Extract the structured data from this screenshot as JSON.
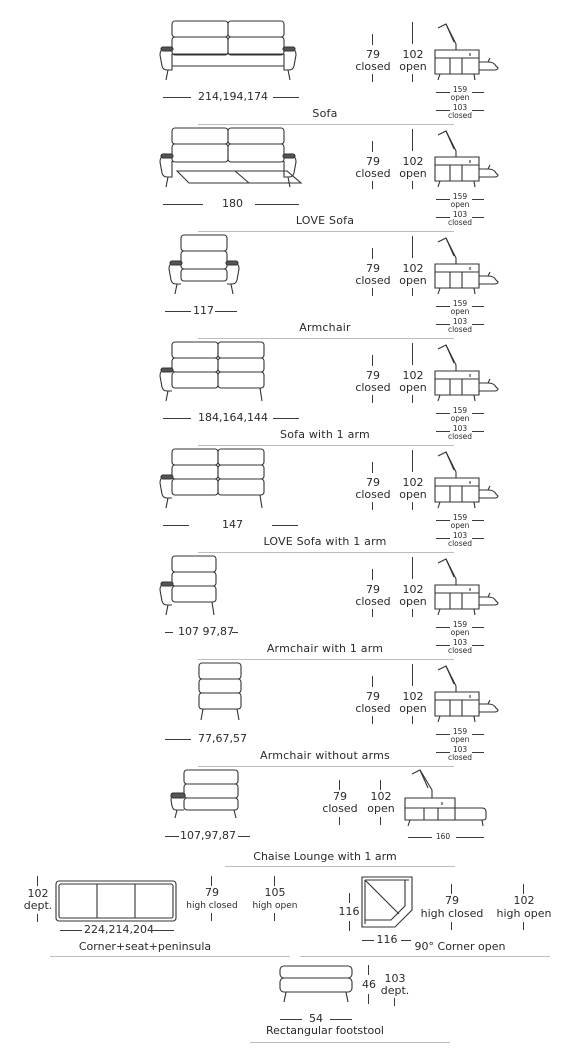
{
  "labels": {
    "closed": "closed",
    "open": "open",
    "high_closed": "high closed",
    "high_open": "high open",
    "dept": "dept."
  },
  "heights": {
    "closed": "79",
    "open": "102"
  },
  "side_depths": {
    "open": "159",
    "closed": "103"
  },
  "products": [
    {
      "name": "Sofa",
      "width": "214,194,174"
    },
    {
      "name": "LOVE Sofa",
      "width": "180"
    },
    {
      "name": "Armchair",
      "width": "117"
    },
    {
      "name": "Sofa with 1 arm",
      "width": "184,164,144"
    },
    {
      "name": "LOVE Sofa with 1 arm",
      "width": "147"
    },
    {
      "name": "Armchair with 1 arm",
      "width": "107 97,87"
    },
    {
      "name": "Armchair without arms",
      "width": "77,67,57"
    }
  ],
  "chaise": {
    "name": "Chaise Lounge with 1 arm",
    "width": "107,97,87",
    "length": "160"
  },
  "corner_seat": {
    "name": "Corner+seat+peninsula",
    "width": "224,214,204",
    "depth": "102",
    "high_closed": "79",
    "high_open": "105"
  },
  "corner_90": {
    "name": "90° Corner open",
    "side_a": "116",
    "side_b": "116",
    "high_closed": "79",
    "high_open": "102"
  },
  "footstool": {
    "name": "Rectangular footstool",
    "width": "54",
    "height": "46",
    "depth": "103"
  }
}
